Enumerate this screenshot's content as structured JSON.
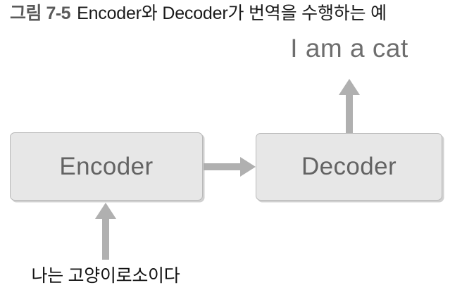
{
  "figure": {
    "number": "그림 7-5",
    "caption": "Encoder와 Decoder가 번역을 수행하는 예"
  },
  "diagram": {
    "type": "flow-diagram",
    "output_sentence": "I am a cat",
    "input_sentence": "나는 고양이로소이다",
    "nodes": [
      {
        "id": "encoder",
        "label": "Encoder"
      },
      {
        "id": "decoder",
        "label": "Decoder"
      }
    ],
    "edges": [
      {
        "id": "input-to-encoder",
        "from": "나는 고양이로소이다",
        "to": "Encoder",
        "direction": "up"
      },
      {
        "id": "encoder-to-decoder",
        "from": "Encoder",
        "to": "Decoder",
        "direction": "right"
      },
      {
        "id": "decoder-to-output",
        "from": "Decoder",
        "to": "I am a cat",
        "direction": "up"
      }
    ],
    "colors": {
      "box_fill": "#e7e7e7",
      "box_border": "#b9b9b9",
      "box_label": "#636363",
      "arrow": "#b0b0b0",
      "output_text": "#6e6e6e",
      "input_text": "#111111",
      "figure_number": "#5a5a5a",
      "caption_text": "#1a1a1a",
      "background": "#ffffff"
    }
  }
}
